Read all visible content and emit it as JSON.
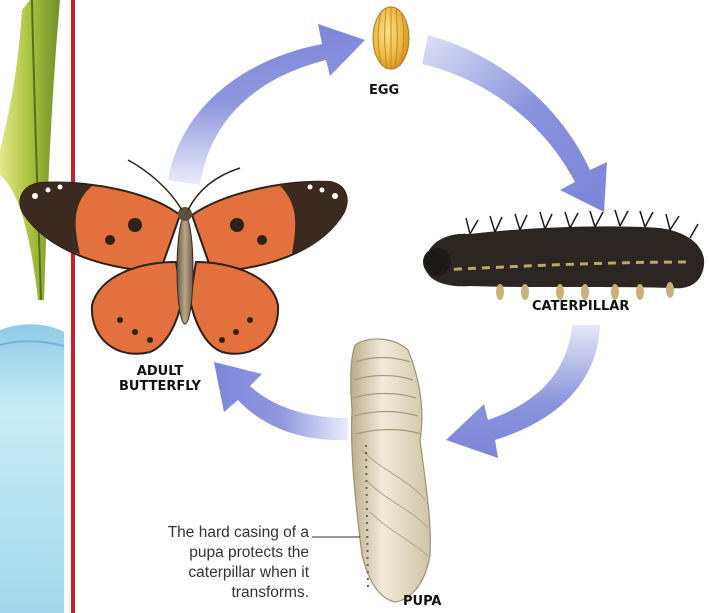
{
  "stages": {
    "egg": "EGG",
    "caterpillar": "CATERPILLAR",
    "pupa": "PUPA",
    "adult_line1": "ADULT",
    "adult_line2": "BUTTERFLY"
  },
  "caption_lines": [
    "The hard casing of a",
    "pupa protects the",
    "caterpillar when it",
    "transforms."
  ],
  "colors": {
    "arrow": "#7c86d8",
    "divider": "#c8232c",
    "wing_orange": "#e2713d",
    "wing_dark": "#3a2a20",
    "egg": "#eeb742",
    "caterpillar": "#2b2622",
    "pupa": "#e9e1cc",
    "leaf": "#b9cc4f",
    "water": "#a9dcef"
  }
}
